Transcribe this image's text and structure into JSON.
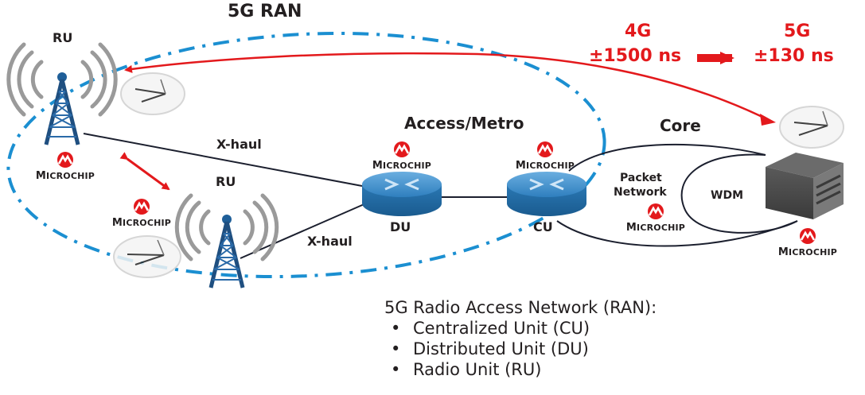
{
  "diagram": {
    "ran_region_label": "5G RAN",
    "sync_comparison": {
      "from": {
        "generation": "4G",
        "accuracy": "±1500 ns"
      },
      "to": {
        "generation": "5G",
        "accuracy": "±130 ns"
      }
    },
    "nodes": {
      "ru_top": {
        "label": "RU"
      },
      "ru_bottom": {
        "label": "RU"
      },
      "du": {
        "label": "DU"
      },
      "cu": {
        "label": "CU"
      },
      "access_metro": {
        "label": "Access/Metro"
      },
      "core": {
        "label": "Core"
      },
      "packet_network": {
        "line1": "Packet",
        "line2": "Network"
      },
      "wdm": {
        "label": "WDM"
      }
    },
    "links": {
      "xhaul_top": "X-haul",
      "xhaul_bottom": "X-haul"
    },
    "brand": {
      "name_first": "M",
      "name_rest": "ICROCHIP",
      "logo_color": "#e3191c"
    },
    "colors": {
      "ran_boundary": "#1b8fd1",
      "sync_arrow": "#e3191c",
      "router": "#2c7fb8",
      "tower": "#1f5f99",
      "link": "#1b1f2e"
    }
  },
  "legend": {
    "title": "5G Radio Access Network (RAN):",
    "items": [
      "Centralized Unit (CU)",
      "Distributed Unit (DU)",
      "Radio Unit (RU)"
    ],
    "bullet": "•"
  }
}
